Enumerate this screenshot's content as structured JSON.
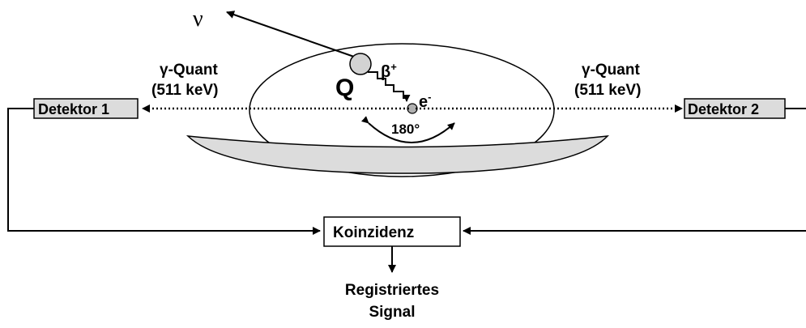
{
  "particles": {
    "neutrino": "ν",
    "nucleus": "Q",
    "positron": "β",
    "positron_sup": "+",
    "electron": "e",
    "electron_sup": "-",
    "angle": "180°"
  },
  "gamma_left": {
    "name": "γ-Quant",
    "energy": "(511 keV)"
  },
  "gamma_right": {
    "name": "γ-Quant",
    "energy": "(511 keV)"
  },
  "detectors": {
    "left": "Detektor 1",
    "right": "Detektor 2"
  },
  "coincidence": "Koinzidenz",
  "output": {
    "line1": "Registriertes",
    "line2": "Signal"
  },
  "colors": {
    "fill": "#dcdcdc",
    "stroke": "#000000",
    "background": "#ffffff"
  }
}
